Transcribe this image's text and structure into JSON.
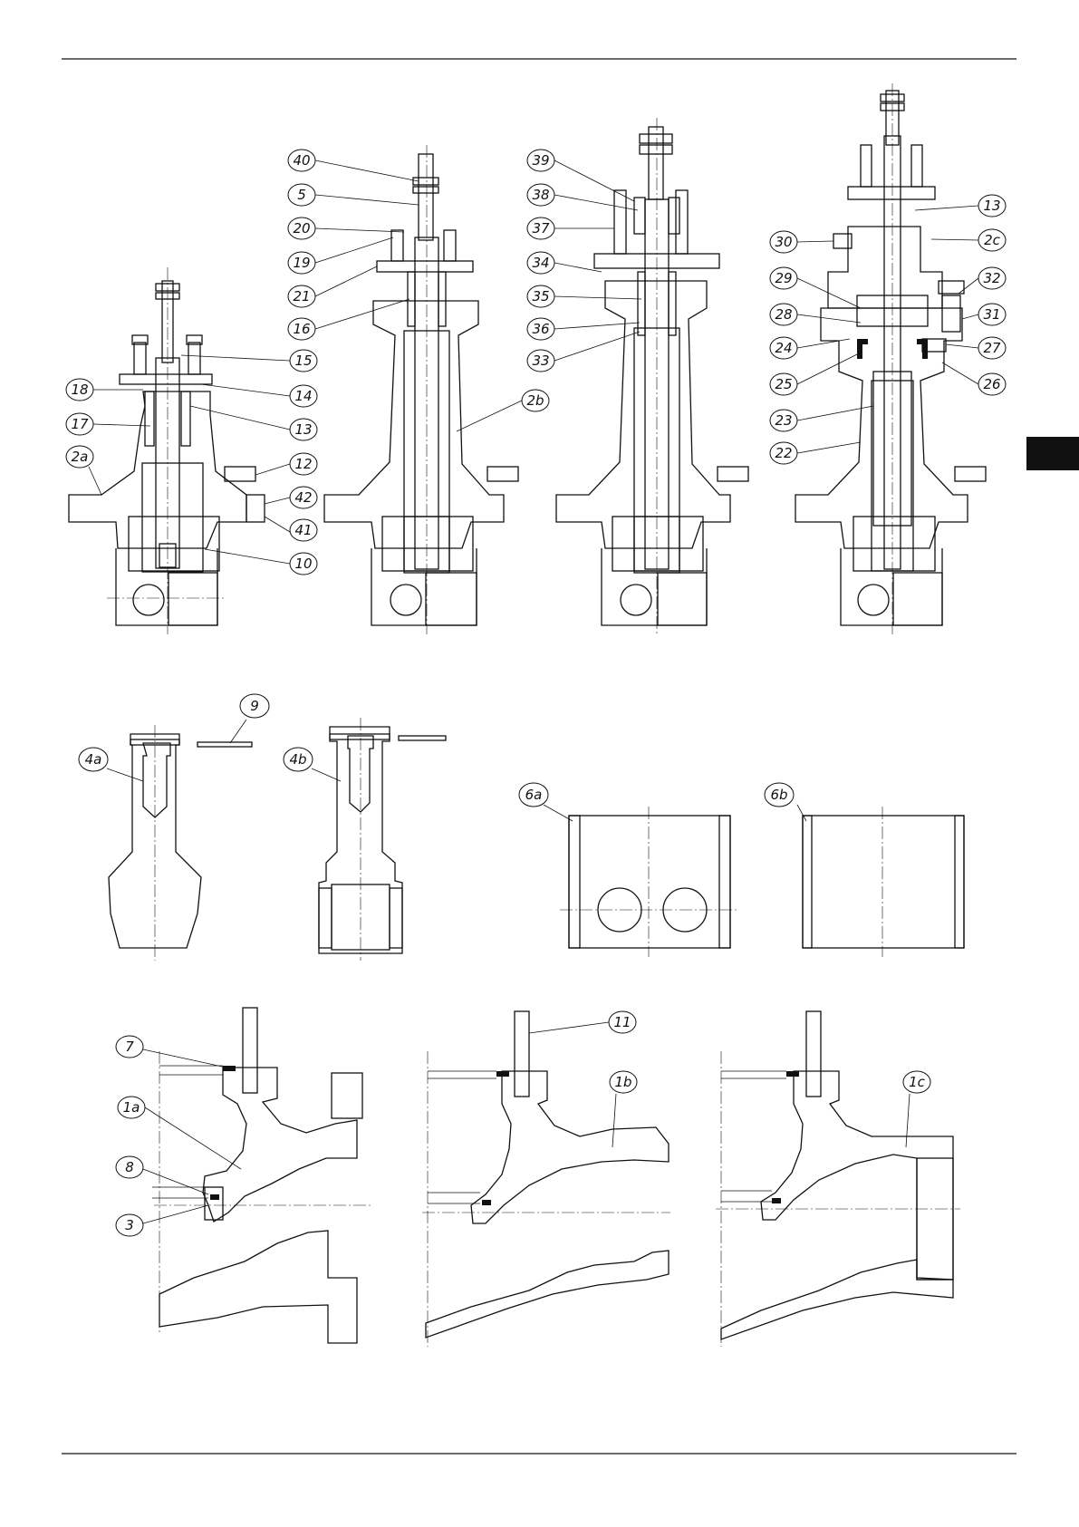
{
  "document": {
    "page_tab_color": "#111111",
    "line_color": "#111111"
  },
  "figures": {
    "valve_2a": {
      "labels": [
        "18",
        "17",
        "2a",
        "15",
        "14",
        "13",
        "12",
        "42",
        "41",
        "10"
      ]
    },
    "valve_2b": {
      "labels": [
        "40",
        "5",
        "20",
        "19",
        "21",
        "16",
        "2b"
      ]
    },
    "valve_2c": {
      "labels": [
        "39",
        "38",
        "37",
        "34",
        "35",
        "36",
        "33"
      ]
    },
    "valve_2d": {
      "labels": [
        "13",
        "2c",
        "30",
        "29",
        "32",
        "28",
        "31",
        "24",
        "27",
        "25",
        "26",
        "23",
        "22"
      ]
    },
    "plug_4a": {
      "labels": [
        "4a",
        "9"
      ]
    },
    "plug_4b": {
      "labels": [
        "4b"
      ]
    },
    "cage_6a": {
      "labels": [
        "6a"
      ]
    },
    "cage_6b": {
      "labels": [
        "6b"
      ]
    },
    "body_1a": {
      "labels": [
        "7",
        "1a",
        "8",
        "3"
      ]
    },
    "body_1b": {
      "labels": [
        "11",
        "1b"
      ]
    },
    "body_1c": {
      "labels": [
        "1c"
      ]
    }
  }
}
